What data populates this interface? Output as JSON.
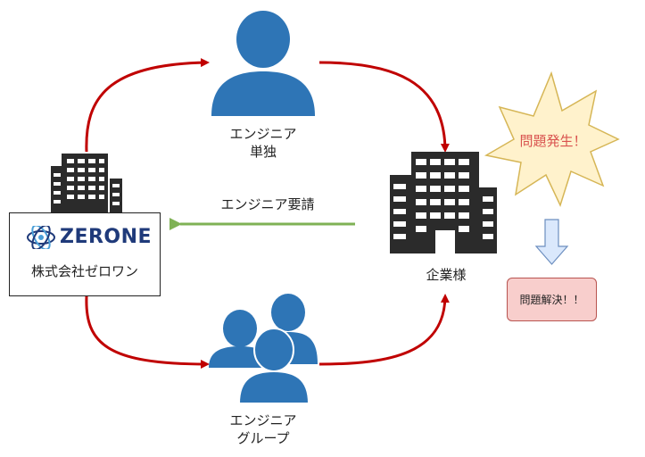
{
  "nodes": {
    "engineer_single": {
      "line1": "エンジニア",
      "line2": "単独"
    },
    "engineer_group": {
      "line1": "エンジニア",
      "line2": "グループ"
    },
    "company": {
      "label": "企業様"
    },
    "zerone": {
      "logo_text": "ZERONE",
      "name": "株式会社ゼロワン"
    },
    "problem": {
      "label": "問題発生！"
    },
    "solved": {
      "label": "問題解決！！"
    }
  },
  "edges": {
    "request": {
      "label": "エンジニア要請"
    }
  },
  "colors": {
    "person": "#2e75b6",
    "building": "#2b2b2b",
    "flow_arrow": "#c00000",
    "request_arrow": "#7fb255",
    "star_fill": "#fff2cc",
    "star_stroke": "#d6b656",
    "down_arrow_fill": "#dae8fc",
    "down_arrow_stroke": "#6c8ebf"
  }
}
